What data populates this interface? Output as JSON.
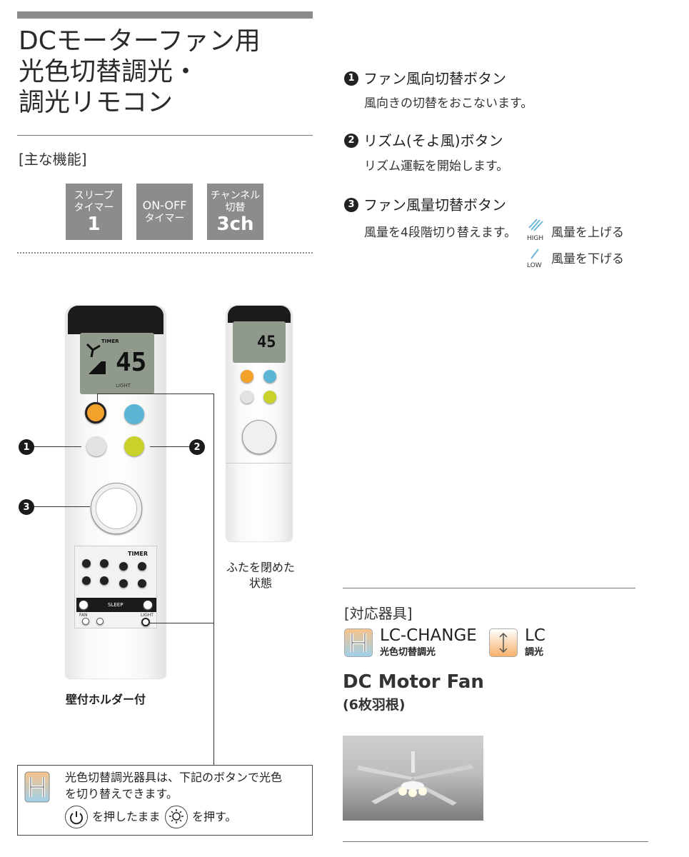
{
  "title": {
    "lines": [
      "DCモーターファン用",
      "光色切替調光・",
      "調光リモコン"
    ]
  },
  "main_functions": {
    "label": "[主な機能]",
    "boxes": [
      {
        "line1": "スリープ",
        "line2": "タイマー",
        "value": "1"
      },
      {
        "line1": "ON-OFF",
        "line2": "タイマー"
      },
      {
        "line1": "チャンネル",
        "line2": "切替",
        "value": "3ch"
      }
    ]
  },
  "features": [
    {
      "num": "1",
      "title": "ファン風向切替ボタン",
      "desc": "風向きの切替をおこないます。"
    },
    {
      "num": "2",
      "title": "リズム(そよ風)ボタン",
      "desc": "リズム運転を開始します。"
    },
    {
      "num": "3",
      "title": "ファン風量切替ボタン",
      "desc": "風量を4段階切り替えます。",
      "high_label": "HIGH",
      "high_text": "風量を上げる",
      "low_label": "LOW",
      "low_text": "風量を下げる"
    }
  ],
  "remote": {
    "callouts": [
      "1",
      "2",
      "3"
    ],
    "lcd_timer": "TIMER",
    "lcd_number": "45",
    "lcd_light": "LIGHT",
    "timer_label": "TIMER",
    "sleep_label": "SLEEP",
    "fan_label": "FAN",
    "light_label": "LIGHT",
    "holder_caption": "壁付ホルダー付",
    "closed_caption": "ふたを閉めた\n状態"
  },
  "note": {
    "line1": "光色切替調光器具は、下記のボタンで光色",
    "line2": "を切り替えできます。",
    "press_hold": "を押したまま",
    "press": "を押す。"
  },
  "compatible": {
    "label": "[対応器具]",
    "lc_change_big": "LC-CHANGE",
    "lc_change_small": "光色切替調光",
    "lc_big": "LC",
    "lc_small": "調光"
  },
  "product": {
    "title": "DC Motor Fan",
    "subtitle": "(6枚羽根)"
  },
  "colors": {
    "gray_box": "#8c8c8c",
    "btn_orange": "#f2a22b",
    "btn_blue": "#5bb6d6",
    "btn_yellow": "#c9d22a"
  }
}
